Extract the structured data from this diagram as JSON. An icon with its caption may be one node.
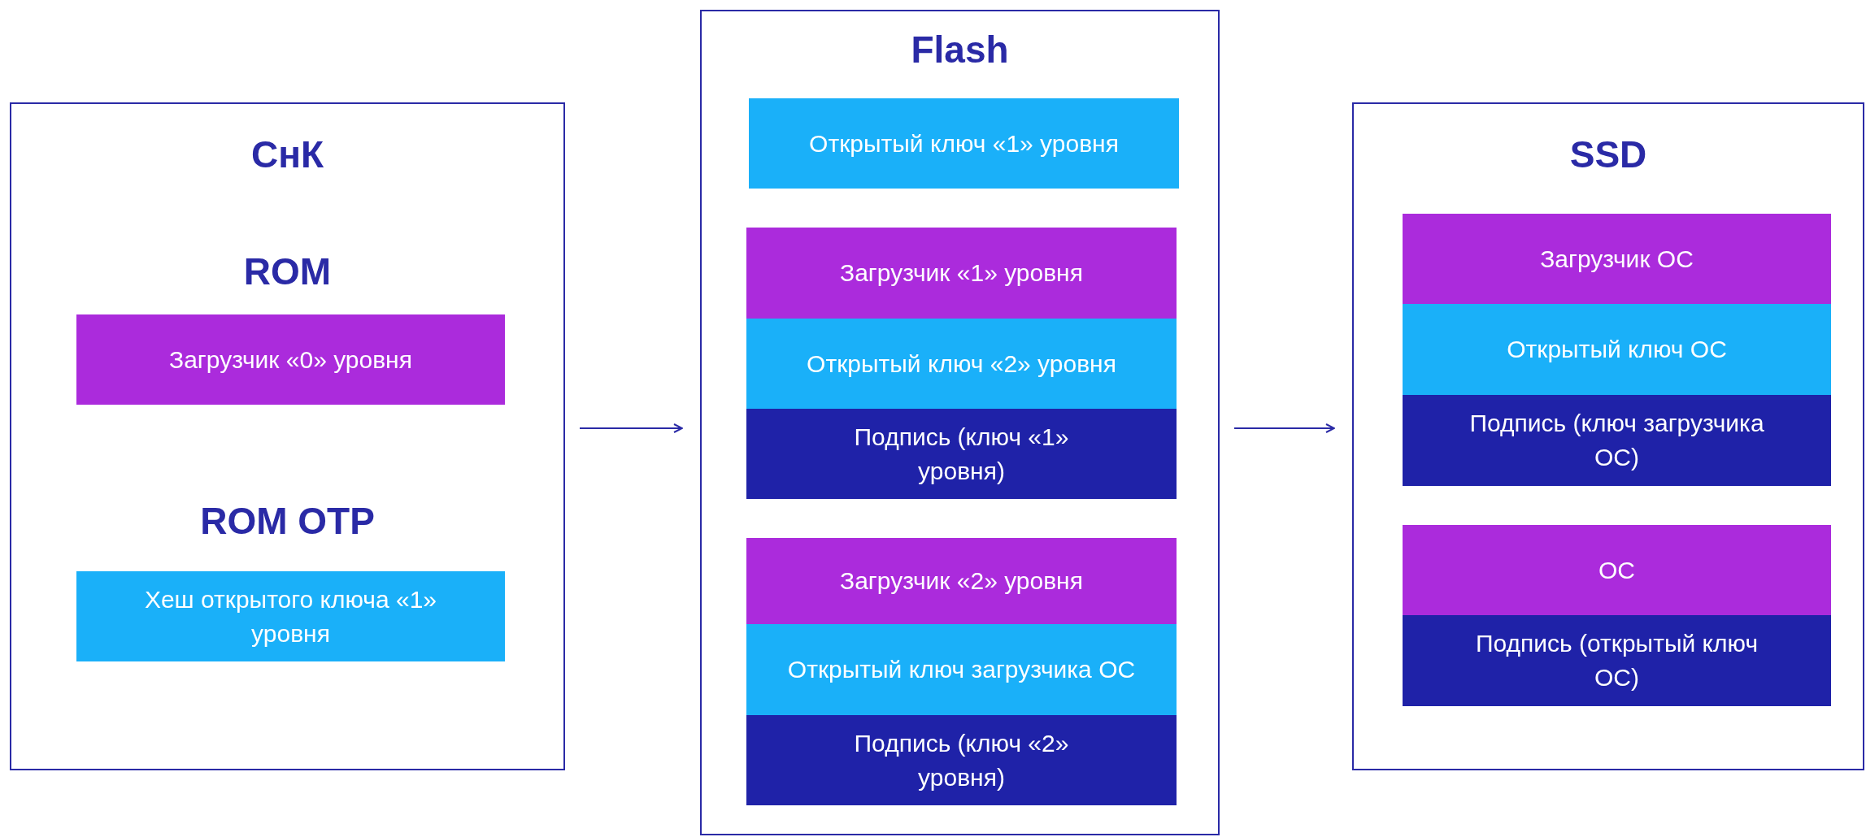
{
  "diagram": {
    "nodes": [
      {
        "text": [
          "СнК",
          "ROM",
          "ROM OTP"
        ]
      },
      {
        "text": [
          "Загрузчик «0» уровня"
        ],
        "in": 0
      },
      {
        "text": [
          "Хеш открытого ключа «1» уровня"
        ],
        "in": 0
      },
      {
        "text": [
          "Flash"
        ]
      },
      {
        "text": [
          "Открытый ключ «1» уровня"
        ],
        "in": 3
      },
      {
        "text": [
          "Загрузчик «1» уровня"
        ],
        "in": 3
      },
      {
        "text": [
          "Открытый ключ «2» уровня"
        ],
        "in": 3
      },
      {
        "text": [
          "Подпись (ключ «1» уровня)"
        ],
        "in": 3
      },
      {
        "text": [
          "Загрузчик «2» уровня"
        ],
        "in": 3
      },
      {
        "text": [
          "Открытый ключ загрузчика ОС"
        ],
        "in": 3
      },
      {
        "text": [
          "Подпись (ключ «2» уровня)"
        ],
        "in": 3
      },
      {
        "text": [
          "SSD"
        ]
      },
      {
        "text": [
          "Загрузчик ОС"
        ],
        "in": 11
      },
      {
        "text": [
          "Открытый ключ ОС"
        ],
        "in": 11
      },
      {
        "text": [
          "Подпись (ключ загрузчика ОС)"
        ],
        "in": 11
      },
      {
        "text": [
          "ОС"
        ],
        "in": 11
      },
      {
        "text": [
          "Подпись (открытый ключ ОС)"
        ],
        "in": 11
      }
    ],
    "edges": [
      {
        "from": 0,
        "to": 3,
        "arrow": "to"
      },
      {
        "from": 3,
        "to": 11,
        "arrow": "to"
      }
    ]
  }
}
